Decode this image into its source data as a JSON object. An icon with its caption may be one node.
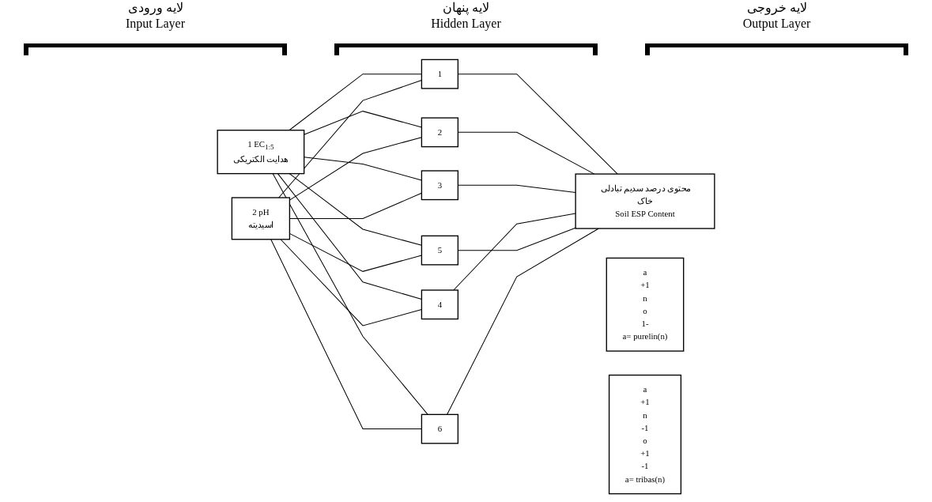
{
  "diagram": {
    "nodes": [
      {
        "text": [
          "1 EC$_{1:5}$",
          "هدایت الکتریکی"
        ]
      },
      {
        "text": [
          "2 pH",
          "اسیدیته"
        ]
      },
      {
        "text": [
          "1"
        ]
      },
      {
        "text": [
          "2"
        ]
      },
      {
        "text": [
          "3"
        ]
      },
      {
        "text": [
          "4"
        ]
      },
      {
        "text": [
          "5"
        ]
      },
      {
        "text": [
          "6"
        ]
      },
      {
        "text": [
          "محتوی درصد سدیم تبادلی خاک",
          "Soil ESP Content"
        ]
      },
      {
        "text": [
          "a",
          "+1",
          "n",
          "o",
          "1-",
          "a= purelin(n)"
        ]
      },
      {
        "text": [
          "a",
          "+1",
          "n",
          "-1",
          "o",
          "+1",
          "-1",
          "a= tribas(n)"
        ]
      }
    ],
    "edges": [
      {
        "from": 0,
        "to": 2,
        "arrow": "none"
      },
      {
        "from": 0,
        "to": 3,
        "arrow": "none"
      },
      {
        "from": 0,
        "to": 4,
        "arrow": "none"
      },
      {
        "from": 0,
        "to": 5,
        "arrow": "none"
      },
      {
        "from": 0,
        "to": 6,
        "arrow": "none"
      },
      {
        "from": 0,
        "to": 7,
        "arrow": "none"
      },
      {
        "from": 1,
        "to": 2,
        "arrow": "none"
      },
      {
        "from": 1,
        "to": 3,
        "arrow": "none"
      },
      {
        "from": 1,
        "to": 4,
        "arrow": "none"
      },
      {
        "from": 1,
        "to": 5,
        "arrow": "none"
      },
      {
        "from": 1,
        "to": 6,
        "arrow": "none"
      },
      {
        "from": 1,
        "to": 7,
        "arrow": "none"
      },
      {
        "from": 2,
        "to": 8,
        "arrow": "none"
      },
      {
        "from": 3,
        "to": 8,
        "arrow": "none"
      },
      {
        "from": 4,
        "to": 8,
        "arrow": "none"
      },
      {
        "from": 5,
        "to": 8,
        "arrow": "none"
      },
      {
        "from": 6,
        "to": 8,
        "arrow": "none"
      },
      {
        "from": 7,
        "to": 8,
        "arrow": "none"
      }
    ],
    "labels": [
      "لایه ورودی",
      "Input Layer",
      "لایه پنهان",
      "Hidden Layer",
      "لایه خروجی",
      "Output Layer"
    ]
  }
}
